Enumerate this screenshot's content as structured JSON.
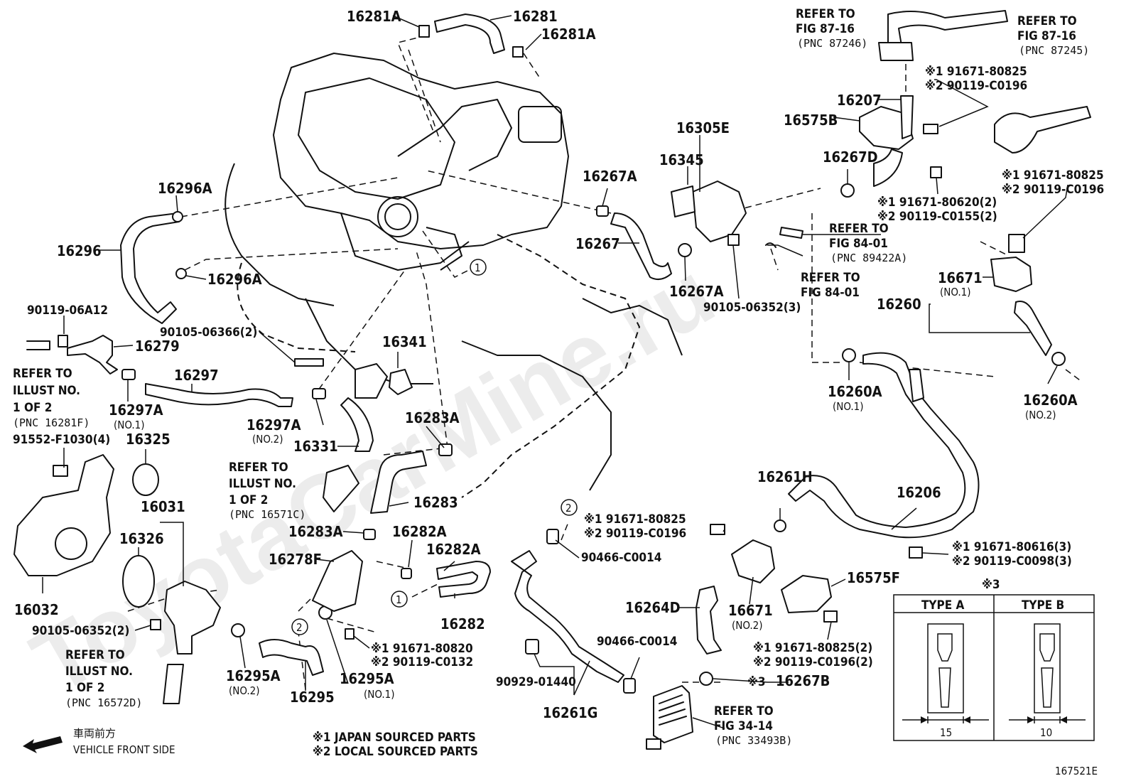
{
  "parts": {
    "p16281A_top": "16281A",
    "p16281": "16281",
    "p16281A_r": "16281A",
    "p16296A": "16296A",
    "p16296": "16296",
    "p16296A_b": "16296A",
    "p90119_06A12": "90119-06A12",
    "p16279": "16279",
    "p90105_06366": "90105-06366(2)",
    "p16297": "16297",
    "p16297A_1": "16297A",
    "p16297A_1n": "(NO.1)",
    "p16341": "16341",
    "p16297A_2": "16297A",
    "p16297A_2n": "(NO.2)",
    "p16331": "16331",
    "p16283A_top": "16283A",
    "p16283": "16283",
    "p91552": "91552-F1030(4)",
    "p16325": "16325",
    "p16031": "16031",
    "p16326": "16326",
    "p16032": "16032",
    "p90105_06352b": "90105-06352(2)",
    "p16283A_mid": "16283A",
    "p16282A_1": "16282A",
    "p16278F": "16278F",
    "p16282A_2": "16282A",
    "p16282": "16282",
    "p91671_80820": "※1 91671-80820",
    "p90119_C0132": "※2 90119-C0132",
    "p16295A_1": "16295A",
    "p16295A_1n": "(NO.1)",
    "p16295A_2": "16295A",
    "p16295A_2n": "(NO.2)",
    "p16295": "16295",
    "p16267A_a": "16267A",
    "p16267": "16267",
    "p16267A_b": "16267A",
    "p16305E": "16305E",
    "p16345": "16345",
    "p90105_06352": "90105-06352(3)",
    "p16207": "16207",
    "p16575B": "16575B",
    "p16267D": "16267D",
    "p91671_80825_a": "※1 91671-80825",
    "p90119_C0196_a": "※2 90119-C0196",
    "p91671_80620": "※1 91671-80620(2)",
    "p90119_C0155": "※2 90119-C0155(2)",
    "p91671_80825_b": "※1 91671-80825",
    "p90119_C0196_b": "※2 90119-C0196",
    "p16671_1": "16671",
    "p16671_1n": "(NO.1)",
    "p16260": "16260",
    "p16260A_1": "16260A",
    "p16260A_1n": "(NO.1)",
    "p16260A_2": "16260A",
    "p16260A_2n": "(NO.2)",
    "p16261H": "16261H",
    "p16206": "16206",
    "p91671_80616": "※1 91671-80616(3)",
    "p90119_C0098": "※2 90119-C0098(3)",
    "p91671_80825_c": "※1 91671-80825",
    "p90119_C0196_c": "※2 90119-C0196",
    "p90466_C0014_a": "90466-C0014",
    "p16575F": "16575F",
    "p16264D": "16264D",
    "p16671_2": "16671",
    "p16671_2n": "(NO.2)",
    "p91671_80825_d": "※1 91671-80825(2)",
    "p90119_C0196_d": "※2 90119-C0196(2)",
    "p90466_C0014_b": "90466-C0014",
    "p90929_01440": "90929-01440",
    "p16261G": "16261G",
    "p16267B": "16267B",
    "p16267B_mark": "※3"
  },
  "refs": {
    "r8716a_1": "REFER TO",
    "r8716a_2": "FIG 87-16",
    "r8716a_3": "(PNC 87246)",
    "r8716b_1": "REFER TO",
    "r8716b_2": "FIG 87-16",
    "r8716b_3": "(PNC 87245)",
    "r8401a_1": "REFER TO",
    "r8401a_2": "FIG 84-01",
    "r8401a_3": "(PNC 89422A)",
    "r8401b_1": "REFER TO",
    "r8401b_2": "FIG 84-01",
    "rill1_1": "REFER TO",
    "rill1_2": "ILLUST NO.",
    "rill1_3": "1 OF 2",
    "rill1_4": "(PNC 16281F)",
    "rill2_1": "REFER TO",
    "rill2_2": "ILLUST NO.",
    "rill2_3": "1 OF 2",
    "rill2_4": "(PNC 16571C)",
    "rill3_1": "REFER TO",
    "rill3_2": "ILLUST NO.",
    "rill3_3": "1 OF 2",
    "rill3_4": "(PNC 16572D)",
    "r3414_1": "REFER TO",
    "r3414_2": "FIG 34-14",
    "r3414_3": "(PNC 33493B)"
  },
  "callouts": {
    "c1": "1",
    "c2": "2"
  },
  "legend": {
    "note1": "※1 JAPAN SOURCED PARTS",
    "note2": "※2 LOCAL SOURCED PARTS",
    "front_jp": "車両前方",
    "front_en": "VEHICLE FRONT SIDE"
  },
  "inset": {
    "mark": "※3",
    "type_a": "TYPE A",
    "type_b": "TYPE B",
    "dim_a": "15",
    "dim_b": "10"
  },
  "figure_id": "167521E",
  "watermark": "ToyotaCarMine.ru"
}
